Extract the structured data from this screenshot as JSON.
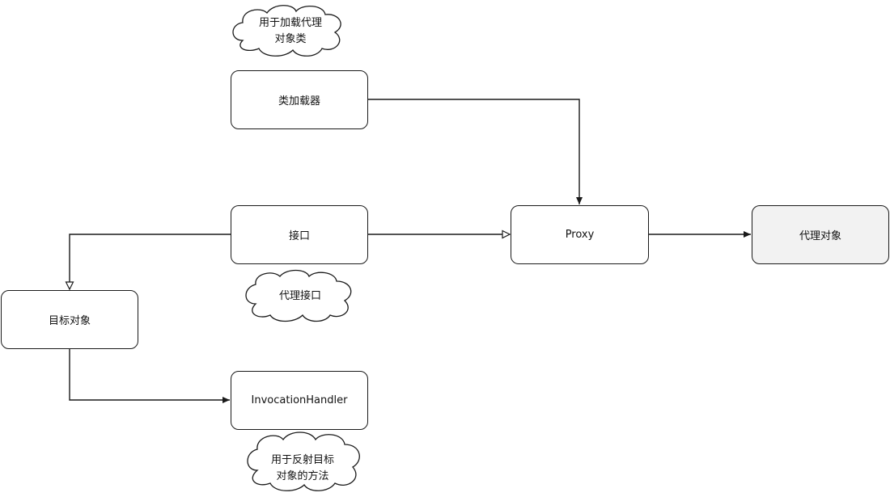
{
  "nodes": {
    "classloader": "类加载器",
    "interface": "接口",
    "proxy": "Proxy",
    "proxy_object": "代理对象",
    "target_object": "目标对象",
    "invocation_handler": "InvocationHandler"
  },
  "notes": {
    "classloader_note": [
      "用于加载代理",
      "对象类"
    ],
    "interface_note": [
      "代理接口"
    ],
    "handler_note": [
      "用于反射目标",
      "对象的方法"
    ]
  },
  "colors": {
    "line": "#1a1a1a",
    "proxy_object_fill": "#f2f2f2"
  }
}
